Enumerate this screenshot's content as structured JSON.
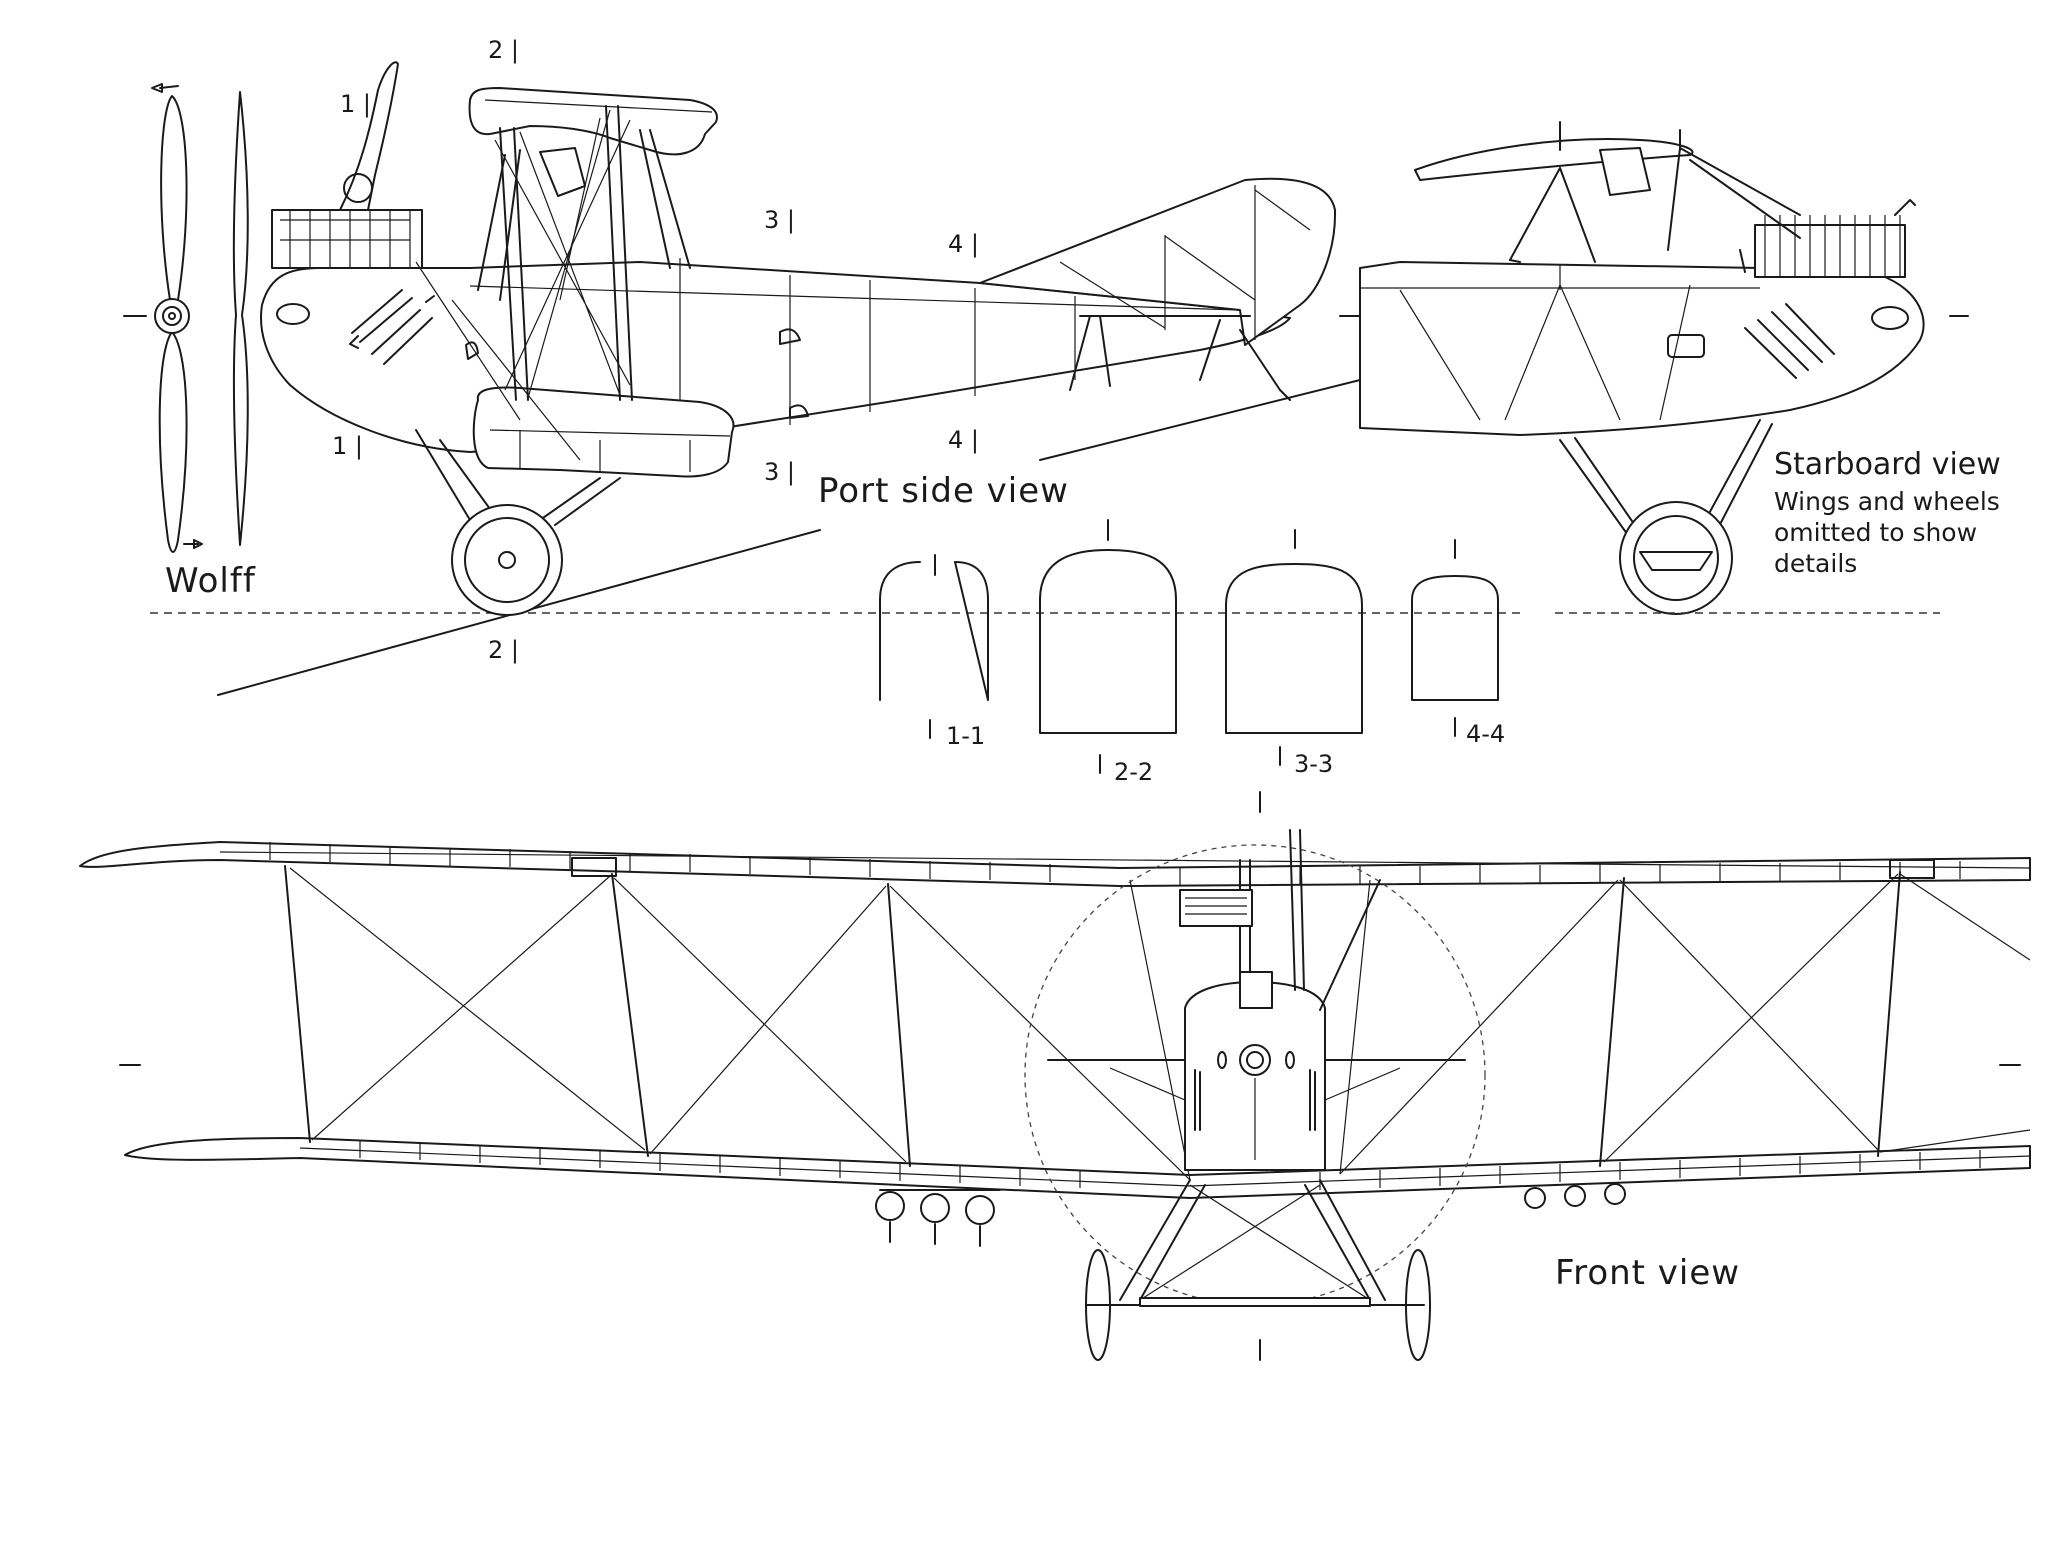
{
  "labels": {
    "propeller": "Wolff",
    "port_side": "Port side view",
    "starboard_title": "Starboard view",
    "starboard_note_1": "Wings and wheels",
    "starboard_note_2": "omitted to show",
    "starboard_note_3": "details",
    "front": "Front view"
  },
  "section_markers": {
    "m1_top": "1",
    "m1_bottom": "1",
    "m2_top": "2",
    "m2_bottom": "2",
    "m3_top": "3",
    "m3_bottom": "3",
    "m4_top": "4",
    "m4_bottom": "4"
  },
  "sections": [
    "1-1",
    "2-2",
    "3-3",
    "4-4"
  ]
}
